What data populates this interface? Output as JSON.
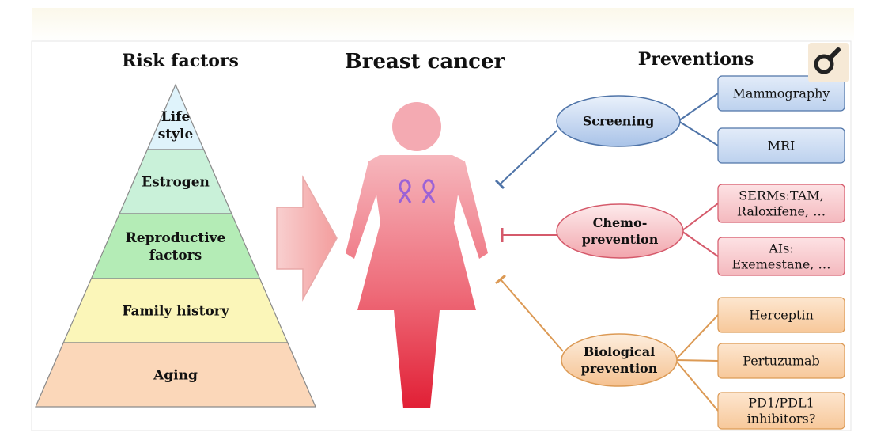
{
  "headings": {
    "risk_factors": "Risk factors",
    "breast_cancer": "Breast cancer",
    "preventions": "Preventions"
  },
  "pyramid": {
    "levels": [
      {
        "label": [
          "Life",
          "style"
        ],
        "color": "#dff3fb"
      },
      {
        "label": [
          "Estrogen"
        ],
        "color": "#c9f1d9"
      },
      {
        "label": [
          "Reproductive",
          "factors"
        ],
        "color": "#b4ecb6"
      },
      {
        "label": [
          "Family history"
        ],
        "color": "#fbf6b9"
      },
      {
        "label": [
          "Aging"
        ],
        "color": "#fbd7b9"
      }
    ]
  },
  "prevention": {
    "screening": {
      "label": [
        "Screening"
      ],
      "items": [
        [
          "Mammography"
        ],
        [
          "MRI"
        ]
      ],
      "color": "#4f74a8"
    },
    "chemo": {
      "label": [
        "Chemo-",
        "prevention"
      ],
      "items": [
        [
          "SERMs:TAM,",
          "Raloxifene, …"
        ],
        [
          "AIs:",
          "Exemestane, …"
        ]
      ],
      "color": "#d55a6b"
    },
    "biological": {
      "label": [
        "Biological",
        "prevention"
      ],
      "items": [
        [
          "Herceptin"
        ],
        [
          "Pertuzumab"
        ],
        [
          "PD1/PDL1",
          "inhibitors?"
        ]
      ],
      "color": "#dc9a55"
    }
  },
  "icons": {
    "zoom": "magnifier-icon",
    "ribbon": "awareness-ribbon-icon"
  }
}
